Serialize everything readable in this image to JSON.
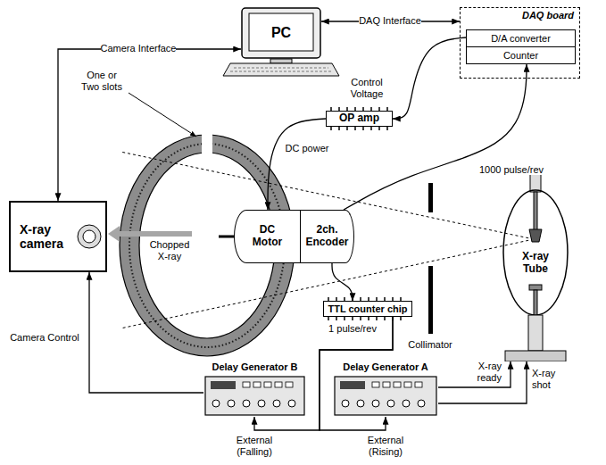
{
  "diagram": {
    "nodes": [
      {
        "text": [
          "PC"
        ]
      },
      {
        "text": [
          "DAQ board"
        ]
      },
      {
        "text": [
          "D/A converter"
        ],
        "in": 1
      },
      {
        "text": [
          "Counter"
        ],
        "in": 1
      },
      {
        "text": [
          "OP amp"
        ]
      },
      {
        "text": [
          "X-ray camera"
        ]
      },
      {
        "text": [
          "DC Motor"
        ]
      },
      {
        "text": [
          "2ch. Encoder"
        ]
      },
      {
        "text": [
          "X-ray Tube"
        ]
      },
      {
        "text": [
          "TTL counter chip"
        ]
      },
      {
        "text": [
          "Delay Generator B"
        ]
      },
      {
        "text": [
          "Delay Generator A"
        ]
      }
    ],
    "edges": [
      {
        "from": 0,
        "to": 1,
        "arrow": "both",
        "label": "DAQ Interface"
      },
      {
        "from": 0,
        "to": 5,
        "arrow": "both",
        "label": "Camera Interface"
      },
      {
        "from": 2,
        "to": 4,
        "arrow": "to",
        "label": "Control Voltage"
      },
      {
        "from": 4,
        "to": 6,
        "arrow": "to",
        "label": "DC power"
      },
      {
        "from": 7,
        "to": 3,
        "arrow": "to",
        "label": "1000 pulse/rev"
      },
      {
        "from": 7,
        "to": 9,
        "arrow": "to",
        "label": "1 pulse/rev"
      },
      {
        "from": 9,
        "to": 10,
        "arrow": "to",
        "label": "External (Falling)"
      },
      {
        "from": 9,
        "to": 11,
        "arrow": "to",
        "label": "External (Rising)"
      },
      {
        "from": 10,
        "to": 5,
        "arrow": "to",
        "label": "Camera Control"
      },
      {
        "from": 11,
        "to": 8,
        "arrow": "to",
        "label": "X-ray ready"
      },
      {
        "from": 11,
        "to": 8,
        "arrow": "to",
        "label": "X-ray shot"
      }
    ],
    "labels": [
      "One or Two slots",
      "Chopped X-ray",
      "Collimator"
    ]
  }
}
